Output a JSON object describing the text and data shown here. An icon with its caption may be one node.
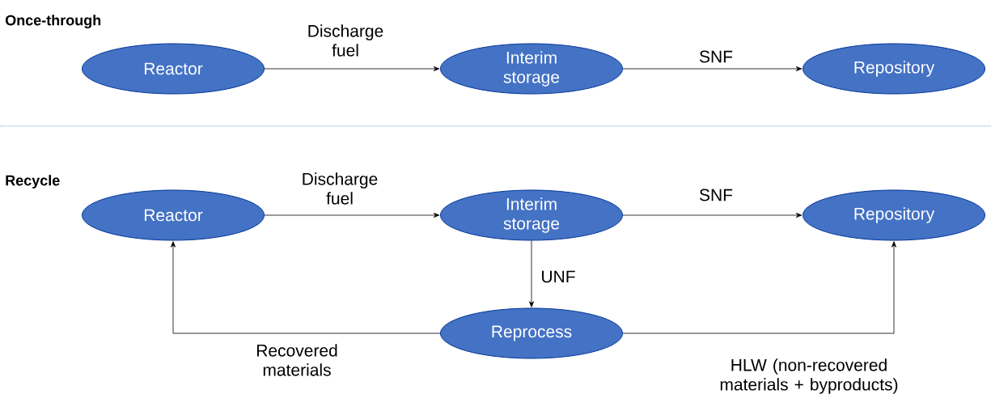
{
  "diagram": {
    "nodes": [
      {
        "text": [
          "Reactor"
        ]
      },
      {
        "text": [
          "Interim storage"
        ]
      },
      {
        "text": [
          "Repository"
        ]
      },
      {
        "text": [
          "Reactor"
        ]
      },
      {
        "text": [
          "Interim storage"
        ]
      },
      {
        "text": [
          "Repository"
        ]
      },
      {
        "text": [
          "Reprocess"
        ]
      }
    ],
    "edges": [
      {
        "from": 0,
        "to": 1,
        "arrow": "to",
        "label": "Discharge fuel"
      },
      {
        "from": 1,
        "to": 2,
        "arrow": "to",
        "label": "SNF"
      },
      {
        "from": 3,
        "to": 4,
        "arrow": "to",
        "label": "Discharge fuel"
      },
      {
        "from": 4,
        "to": 5,
        "arrow": "to",
        "label": "SNF"
      },
      {
        "from": 4,
        "to": 6,
        "arrow": "to",
        "label": "UNF"
      },
      {
        "from": 6,
        "to": 3,
        "arrow": "to",
        "label": "Recovered materials"
      },
      {
        "from": 6,
        "to": 5,
        "arrow": "to",
        "label": "HLW (non-recovered materials + byproducts)"
      }
    ],
    "labels": [
      "Once-through",
      "Recycle"
    ]
  }
}
